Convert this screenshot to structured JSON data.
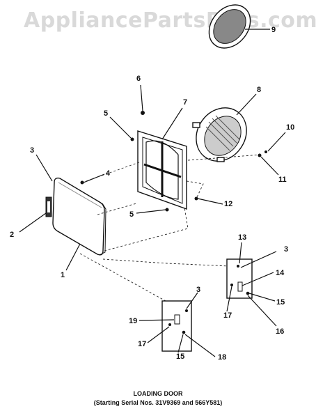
{
  "watermark": "AppliancePartsPros.com",
  "caption": {
    "title": "LOADING DOOR",
    "subtitle": "(Starting Serial Nos. 31V9369 and 566Y581)"
  },
  "callouts": {
    "c9": "9",
    "c6": "6",
    "c8": "8",
    "c7": "7",
    "c5a": "5",
    "c10": "10",
    "c3a": "3",
    "c4": "4",
    "c11": "11",
    "c12": "12",
    "c2": "2",
    "c5b": "5",
    "c1": "1",
    "c13": "13",
    "c3b": "3",
    "c14": "14",
    "c15a": "15",
    "c17a": "17",
    "c16": "16",
    "c3c": "3",
    "c19": "19",
    "c17b": "17",
    "c15b": "15",
    "c18": "18"
  }
}
